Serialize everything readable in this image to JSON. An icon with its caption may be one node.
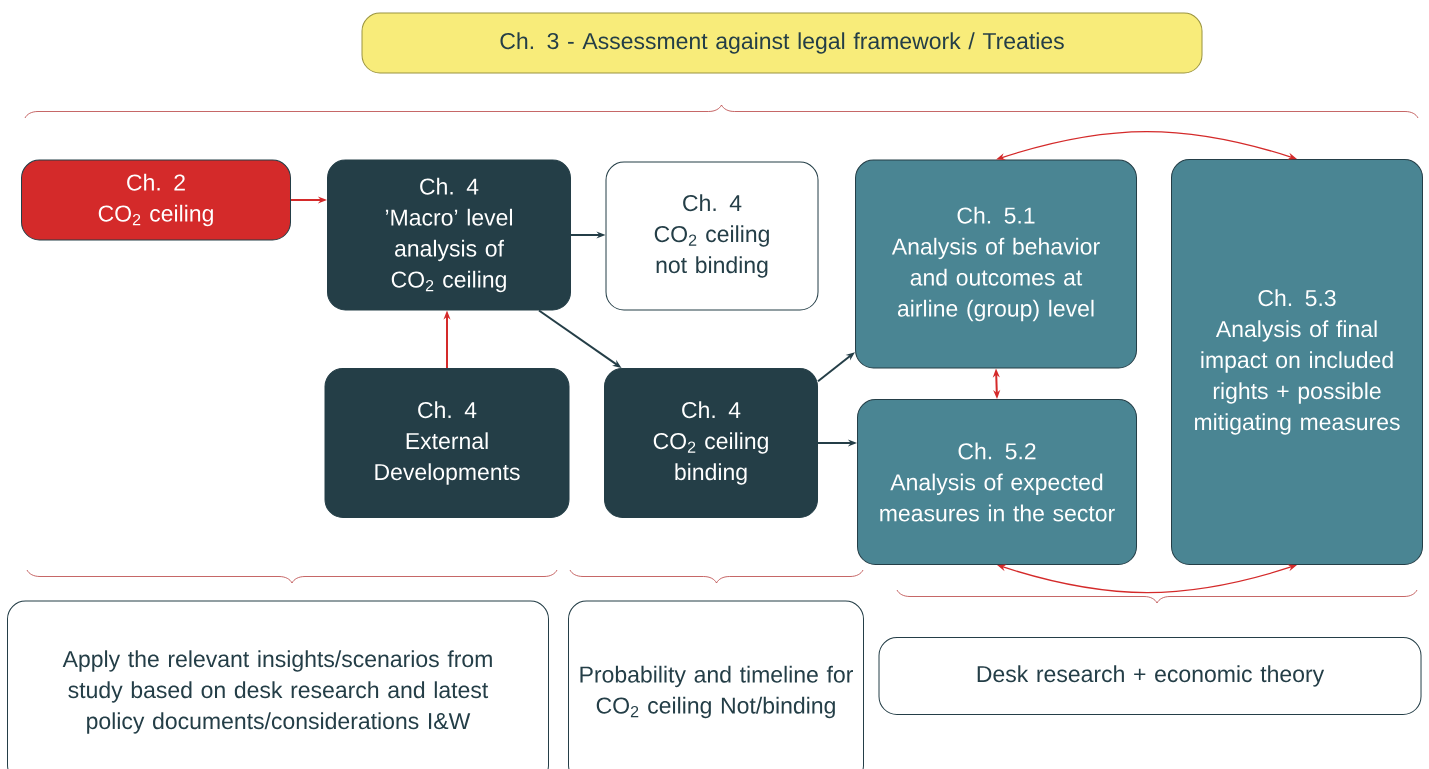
{
  "diagram": {
    "nodes": [
      {
        "text": [
          "Ch. 3 - Assessment against legal framework / Treaties"
        ]
      },
      {
        "text": [
          "Ch. 2",
          "CO$_{2}$ ceiling"
        ]
      },
      {
        "text": [
          "Ch. 4",
          "’Macro’ level analysis of CO$_{2}$ ceiling"
        ]
      },
      {
        "text": [
          "Ch. 4",
          "CO$_{2}$ ceiling not binding"
        ]
      },
      {
        "text": [
          "Ch. 4",
          "External Developments"
        ]
      },
      {
        "text": [
          "Ch. 4",
          "CO$_{2}$ ceiling binding"
        ]
      },
      {
        "text": [
          "Ch. 5.1",
          "Analysis of behavior and outcomes at airline (group) level"
        ]
      },
      {
        "text": [
          "Ch. 5.2",
          "Analysis of expected measures in the sector"
        ]
      },
      {
        "text": [
          "Ch. 5.3",
          "Analysis of final impact on included rights + possible mitigating measures"
        ]
      },
      {
        "text": [
          "Apply the relevant insights/scenarios from study based on desk research and latest policy documents/considerations I&W"
        ]
      },
      {
        "text": [
          "Probability and timeline for CO$_{2}$ ceiling Not/binding"
        ]
      },
      {
        "text": [
          "Desk research + economic theory"
        ]
      }
    ],
    "edges": [
      {
        "from": 1,
        "to": 2,
        "arrow": "to",
        "color": "#d42a2a"
      },
      {
        "from": 4,
        "to": 2,
        "arrow": "to",
        "color": "#d42a2a"
      },
      {
        "from": 2,
        "to": 3,
        "arrow": "to",
        "color": "#243e47"
      },
      {
        "from": 2,
        "to": 5,
        "arrow": "to",
        "color": "#243e47"
      },
      {
        "from": 5,
        "to": 6,
        "arrow": "to",
        "color": "#243e47"
      },
      {
        "from": 5,
        "to": 7,
        "arrow": "to",
        "color": "#243e47"
      },
      {
        "from": 6,
        "to": 7,
        "arrow": "both",
        "color": "#d42a2a"
      },
      {
        "from": 6,
        "to": 8,
        "arrow": "both",
        "color": "#d42a2a"
      },
      {
        "from": 7,
        "to": 8,
        "arrow": "both",
        "color": "#d42a2a"
      }
    ]
  }
}
